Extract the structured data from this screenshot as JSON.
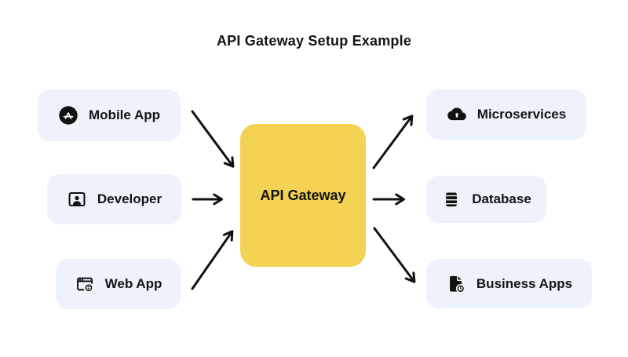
{
  "title": "API Gateway Setup Example",
  "colors": {
    "node_bg": "#EEF2FB",
    "gateway_bg": "#F3D254",
    "text": "#141414",
    "arrow": "#111111",
    "page_bg": "#FFFFFF"
  },
  "gateway": {
    "label": "API Gateway"
  },
  "sources": [
    {
      "label": "Mobile App",
      "icon": "app-store-icon"
    },
    {
      "label": "Developer",
      "icon": "frame-person-icon"
    },
    {
      "label": "Web App",
      "icon": "browser-globe-icon"
    }
  ],
  "targets": [
    {
      "label": "Microservices",
      "icon": "cloud-icon"
    },
    {
      "label": "Database",
      "icon": "database-icon"
    },
    {
      "label": "Business Apps",
      "icon": "document-clock-icon"
    }
  ],
  "arrows": [
    {
      "from": "Mobile App",
      "to": "API Gateway"
    },
    {
      "from": "Developer",
      "to": "API Gateway"
    },
    {
      "from": "Web App",
      "to": "API Gateway"
    },
    {
      "from": "API Gateway",
      "to": "Microservices"
    },
    {
      "from": "API Gateway",
      "to": "Database"
    },
    {
      "from": "API Gateway",
      "to": "Business Apps"
    }
  ]
}
